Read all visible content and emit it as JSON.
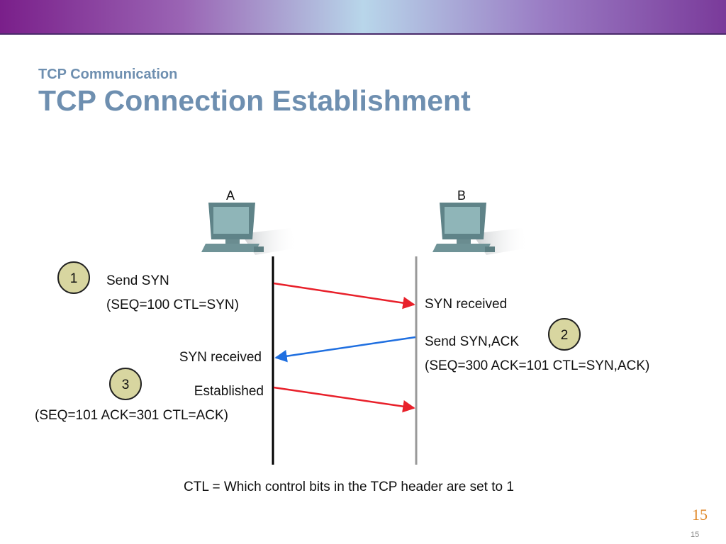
{
  "slide": {
    "subtitle": "TCP Communication",
    "title": "TCP Connection Establishment",
    "page_number": "15",
    "page_number_small": "15"
  },
  "colors": {
    "banner_left": "#7a1f8a",
    "banner_center": "#b8d6ea",
    "banner_right": "#7a3a9a",
    "title": "#6e8fb0",
    "arrow_red": "#e8202a",
    "arrow_blue": "#1f6fe0",
    "step_circle": "#d8d6a0"
  },
  "icons": {
    "host_a": "computer-icon",
    "host_b": "computer-icon"
  },
  "diagram": {
    "host_a": {
      "name": "A"
    },
    "host_b": {
      "name": "B"
    },
    "steps": [
      {
        "number": "1"
      },
      {
        "number": "2"
      },
      {
        "number": "3"
      }
    ],
    "step1": {
      "line1": "Send SYN",
      "line2": "(SEQ=100 CTL=SYN)"
    },
    "step1_b": {
      "text": "SYN received"
    },
    "step2": {
      "line1": "Send SYN,ACK",
      "line2": "(SEQ=300 ACK=101 CTL=SYN,ACK)"
    },
    "step2_a": {
      "text": "SYN received"
    },
    "step3": {
      "line1": "Established",
      "line2": "(SEQ=101 ACK=301 CTL=ACK)"
    },
    "legend": "CTL = Which control bits in the TCP header are set to 1"
  }
}
